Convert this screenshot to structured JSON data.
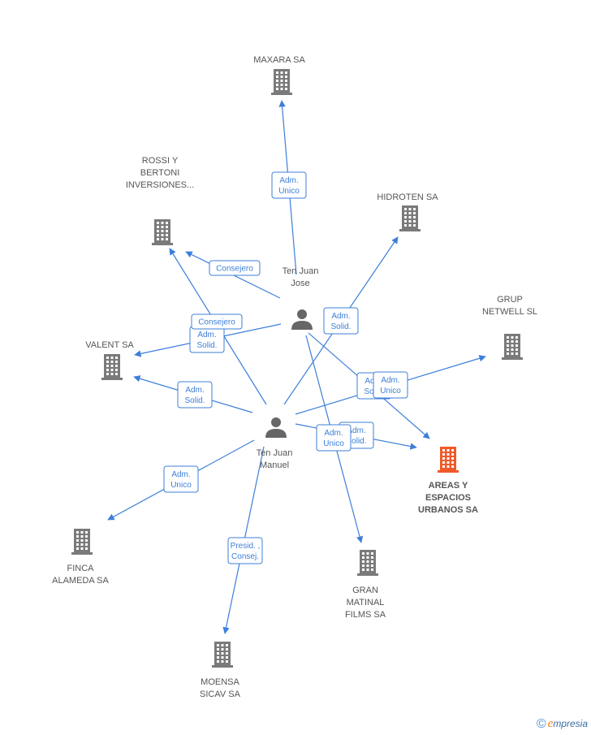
{
  "colors": {
    "edge": "#3d7fd9",
    "building": "#7a7a7a",
    "highlight": "#f05a2a",
    "person": "#666666",
    "text": "#555555"
  },
  "nodes": [
    {
      "id": "maxara",
      "type": "company",
      "lines": [
        "MAXARA SA"
      ]
    },
    {
      "id": "rossi",
      "type": "company",
      "lines": [
        "ROSSI Y",
        "BERTONI",
        "INVERSIONES..."
      ]
    },
    {
      "id": "hidroten",
      "type": "company",
      "lines": [
        "HIDROTEN SA"
      ]
    },
    {
      "id": "grup",
      "type": "company",
      "lines": [
        "GRUP",
        "NETWELL SL"
      ]
    },
    {
      "id": "valent",
      "type": "company",
      "lines": [
        "VALENT SA"
      ]
    },
    {
      "id": "areas",
      "type": "company",
      "highlight": true,
      "lines": [
        "AREAS Y",
        "ESPACIOS",
        "URBANOS SA"
      ]
    },
    {
      "id": "finca",
      "type": "company",
      "lines": [
        "FINCA",
        "ALAMEDA SA"
      ]
    },
    {
      "id": "gran",
      "type": "company",
      "lines": [
        "GRAN",
        "MATINAL",
        "FILMS SA"
      ]
    },
    {
      "id": "moensa",
      "type": "company",
      "lines": [
        "MOENSA",
        "SICAV SA"
      ]
    },
    {
      "id": "jose",
      "type": "person",
      "lines": [
        "Ten Juan",
        "Jose"
      ]
    },
    {
      "id": "manuel",
      "type": "person",
      "lines": [
        "Ten Juan",
        "Manuel"
      ]
    }
  ],
  "edges": [
    {
      "from": "jose",
      "to": "maxara",
      "label": [
        "Adm.",
        "Unico"
      ]
    },
    {
      "from": "jose",
      "to": "rossi",
      "label": [
        "Consejero"
      ]
    },
    {
      "from": "jose",
      "to": "valent",
      "label": [
        "Adm.",
        "Solid."
      ]
    },
    {
      "from": "jose",
      "to": "gran",
      "label": []
    },
    {
      "from": "jose",
      "to": "areas",
      "label": [
        "Adm.",
        "Solid."
      ]
    },
    {
      "from": "manuel",
      "to": "rossi",
      "label": [
        "Consejero"
      ]
    },
    {
      "from": "manuel",
      "to": "valent",
      "label": [
        "Adm.",
        "Solid."
      ]
    },
    {
      "from": "manuel",
      "to": "hidroten",
      "label": [
        "Adm.",
        "Solid."
      ]
    },
    {
      "from": "manuel",
      "to": "grup",
      "label": [
        "Adm.",
        "Unico"
      ]
    },
    {
      "from": "manuel",
      "to": "areas",
      "label": [
        "Adm.",
        "Solid."
      ]
    },
    {
      "from": "manuel",
      "to": "finca",
      "label": [
        "Adm.",
        "Unico"
      ]
    },
    {
      "from": "manuel",
      "to": "moensa",
      "label": [
        "Presid. ,",
        "Consej."
      ]
    },
    {
      "from": "manuel",
      "to": "gran",
      "label": [
        "Adm.",
        "Unico"
      ]
    }
  ],
  "footer": {
    "symbol": "©",
    "brand_first": "e",
    "brand_rest": "mpresia"
  }
}
